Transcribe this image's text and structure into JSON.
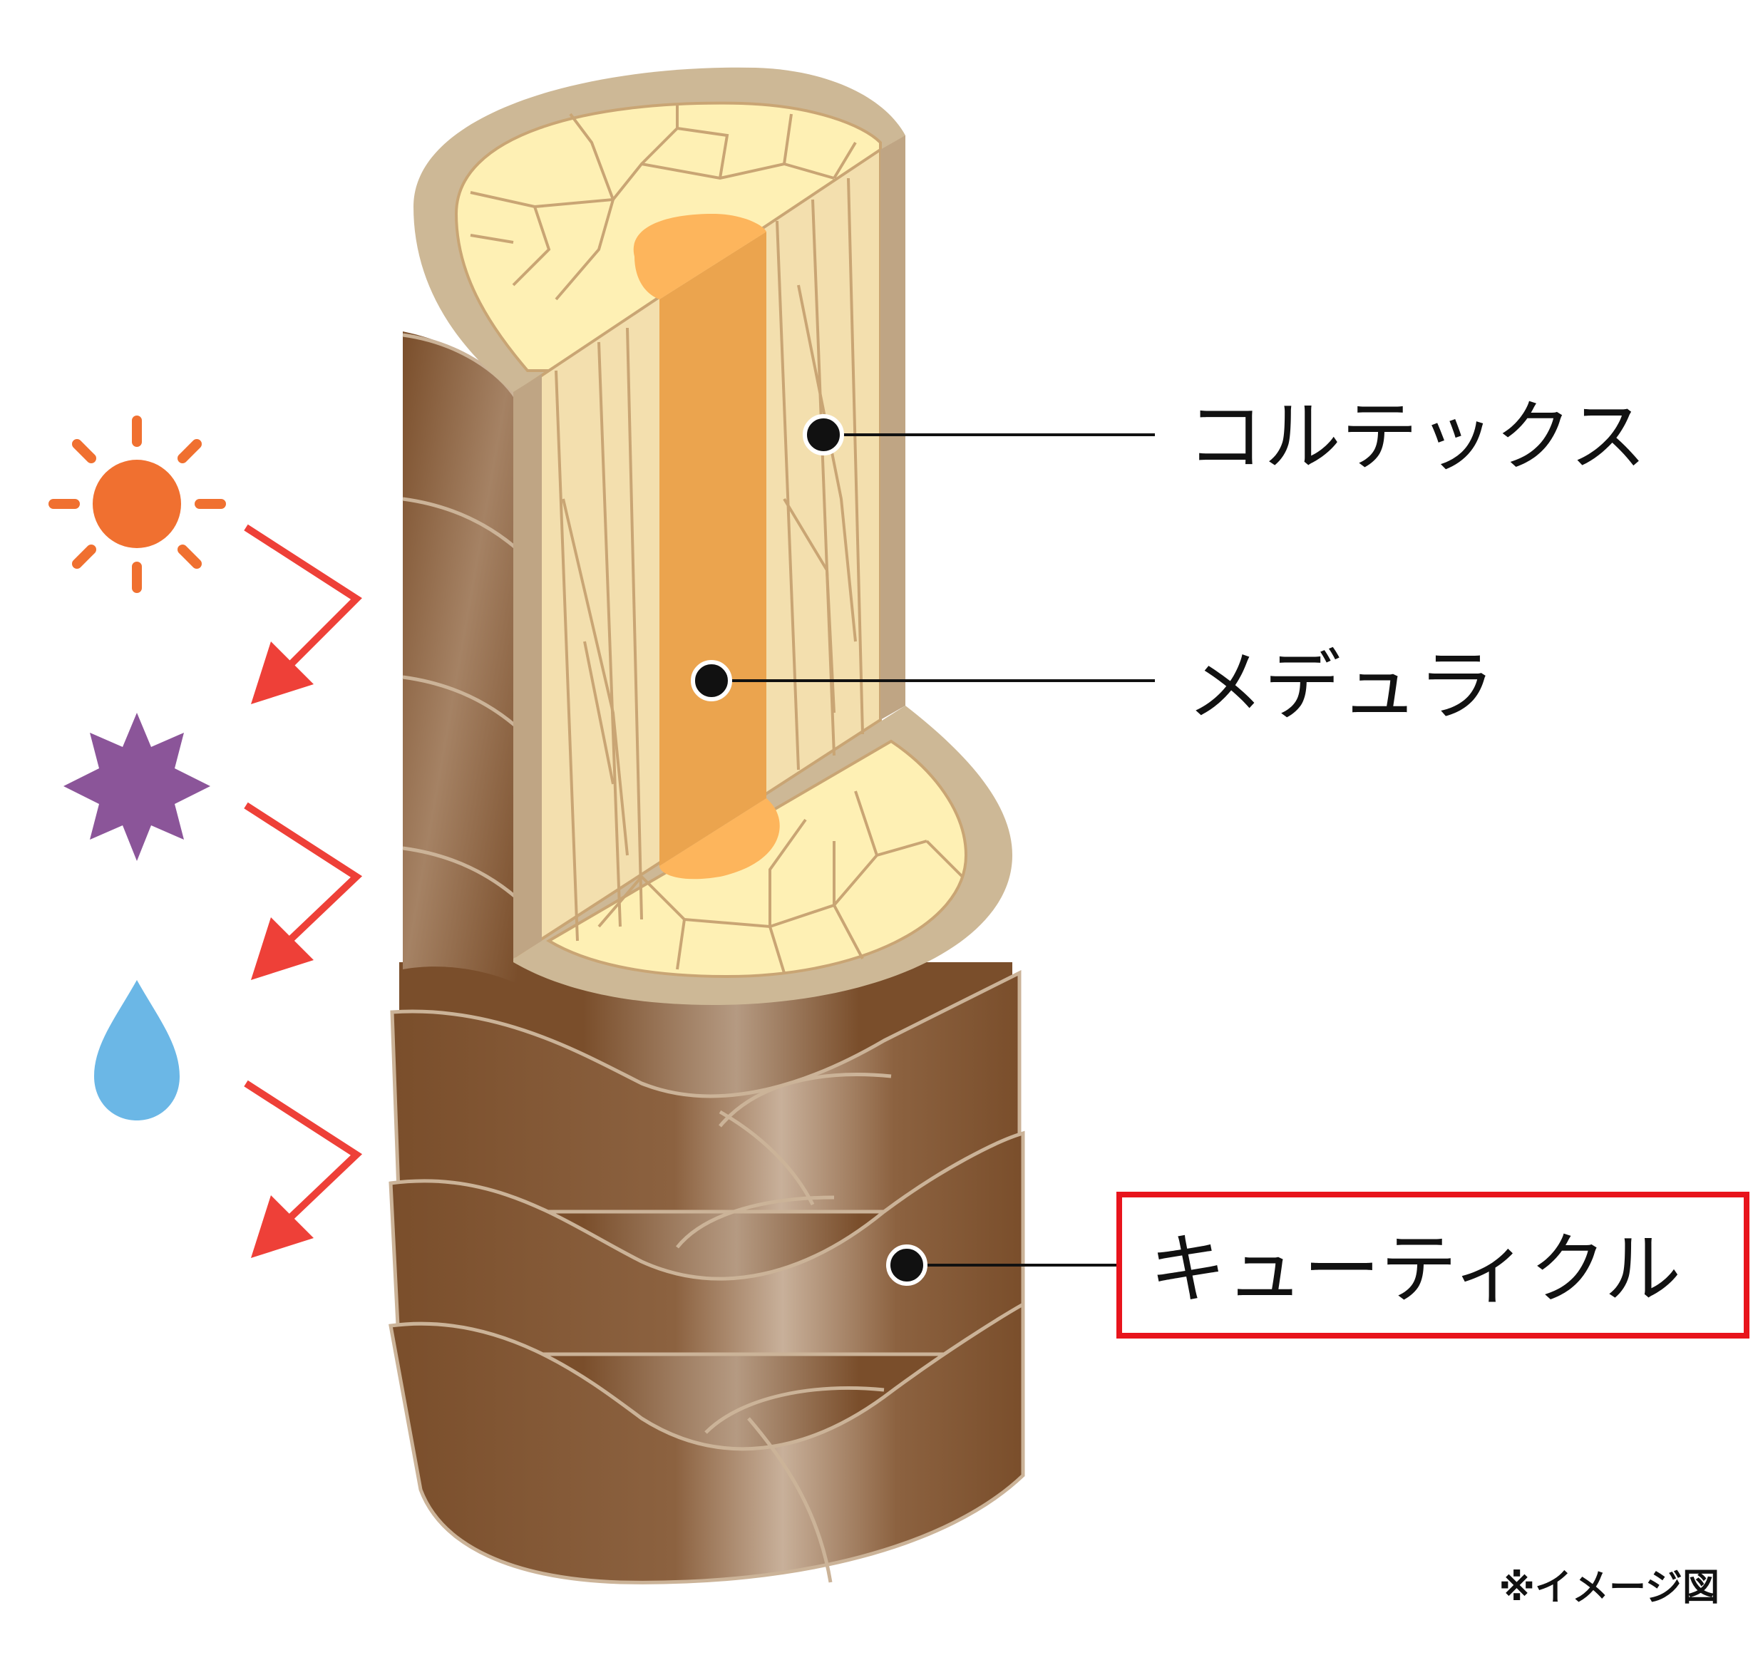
{
  "labels": {
    "cortex": "コルテックス",
    "medulla": "メデュラ",
    "cuticle": "キューティクル"
  },
  "note": "※イメージ図",
  "colors": {
    "sun": "#F07030",
    "star": "#8B5599",
    "drop": "#6BB7E6",
    "arrow": "#EE4038",
    "highlight_box": "#E8141C",
    "cuticle_dark": "#7A4E2B",
    "cuticle_light": "#C8B09A",
    "cortex_fill": "#F3DFAE",
    "cortex_cells": "#FEF0B4",
    "medulla": "#EBA44E",
    "medulla_cap": "#FDB55C",
    "rim": "#CDB896"
  },
  "icons": [
    "sun-icon",
    "star-icon",
    "water-drop-icon"
  ]
}
